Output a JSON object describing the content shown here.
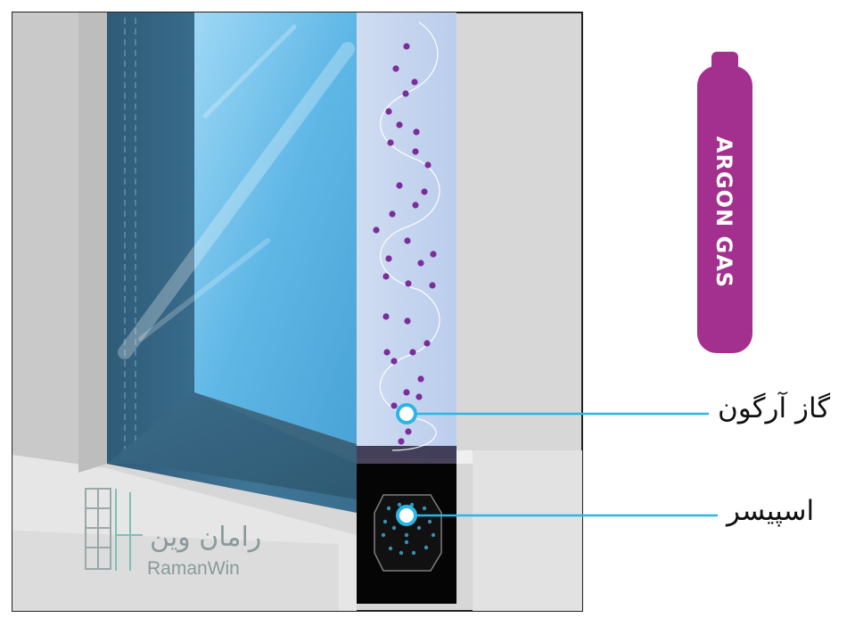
{
  "labels": {
    "argon": "گاز آرگون",
    "spacer": "اسپیسر"
  },
  "cylinder": {
    "text": "ARGON GAS"
  },
  "logo": {
    "persian": "رامان وین",
    "english": "RamanWin"
  },
  "colors": {
    "argon_dot": "#7b2d9a",
    "cylinder": "#a3308f",
    "callout_line": "#2bb6e5",
    "glass_dark": "#3e6f8e",
    "glass_light": "#6fc0e8",
    "frame": "#d4d4d4",
    "spacer": "#111111"
  },
  "icons": [
    "gas-cylinder-icon",
    "logo-grid-icon",
    "callout-marker-icon"
  ]
}
